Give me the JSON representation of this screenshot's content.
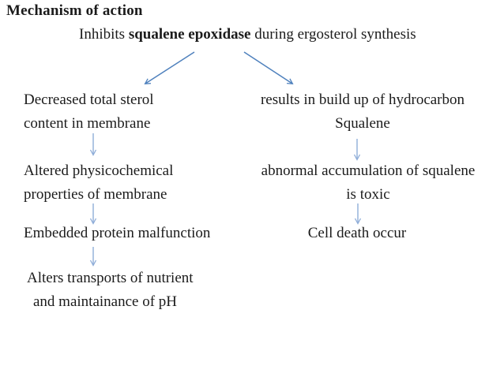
{
  "slide": {
    "title": "Mechanism of action",
    "subtitle": {
      "pre": "Inhibits ",
      "bold": "squalene epoxidase",
      "post": " during ergosterol synthesis"
    },
    "left_flow": {
      "step1_line1": "Decreased total sterol",
      "step1_line2": "content in membrane",
      "step2_line1": "Altered physicochemical",
      "step2_line2": "properties of membrane",
      "step3_line1": "Embedded protein malfunction",
      "step4_line1": "Alters transports of nutrient",
      "step4_line2": "and maintainance of pH"
    },
    "right_flow": {
      "step1_line1": "results in build up of hydrocarbon",
      "step1_line2": "Squalene",
      "step2_line1": "abnormal accumulation of squalene",
      "step2_line2": "is toxic",
      "step3_line1": "Cell death occur"
    },
    "colors": {
      "diagonal_arrow": "#4f81bd",
      "vertical_arrow": "#8fadd8",
      "text": "#1b1b1b",
      "background": "#ffffff"
    }
  }
}
